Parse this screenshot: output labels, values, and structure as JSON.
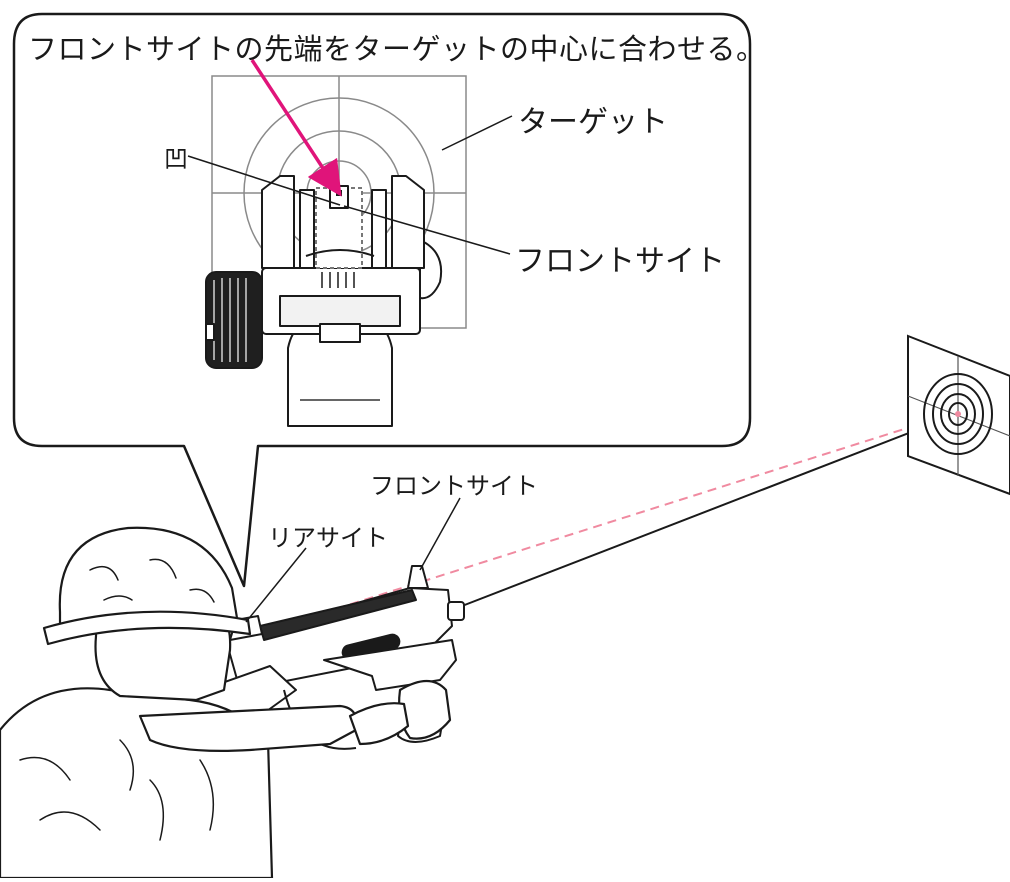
{
  "labels": {
    "caption": "フロントサイトの先端をターゲットの中心に合わせる。",
    "target": "ターゲット",
    "rear_sight_symbol": "凹",
    "front_sight_detail": "フロントサイト",
    "front_sight": "フロントサイト",
    "rear_sight": "リアサイト"
  },
  "colors": {
    "line": "#1a1a1a",
    "accent_arrow": "#e0147a",
    "sight_line": "#f08aa0",
    "fill": "#ffffff",
    "shade": "#d9d9d9"
  },
  "icons": {
    "arrow": "magenta-pointer-arrow",
    "target": "concentric-ring-target",
    "soldier": "helmeted-shooter"
  }
}
